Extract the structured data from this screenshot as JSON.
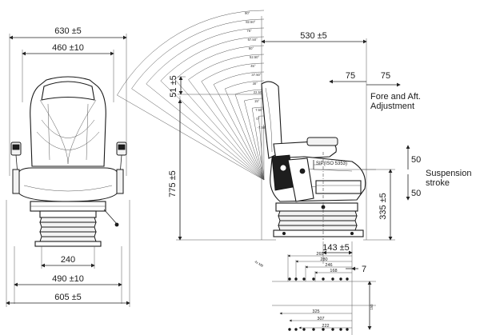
{
  "front_view": {
    "overall_width": "630 ±5",
    "backrest_width": "460 ±10",
    "base_width": "240",
    "frame_width": "490 ±10",
    "rail_width": "605 ±5"
  },
  "side_view": {
    "depth": "530 ±5",
    "shift": "51 ±5",
    "height": "775 ±5",
    "seat_height": "335 ±5",
    "fore_aft_label_line1": "Fore and Aft.",
    "fore_aft_label_line2": "Adjustment",
    "fore_travel": "75",
    "aft_travel": "75",
    "suspension_label_line1": "Suspension",
    "suspension_label_line2": "stroke",
    "suspension_up": "50",
    "suspension_down": "50",
    "sip_label": "SIP(ISO 5353)",
    "recline_angles": [
      "90°",
      "82.50°",
      "75°",
      "67.50°",
      "60°",
      "52.50°",
      "45°",
      "37.50°",
      "30°",
      "22.50°",
      "15°",
      "7.50°",
      "0°",
      "-7.50°"
    ]
  },
  "mounting_plan": {
    "offset": "143 ±5",
    "offset_small": "7",
    "hole_label": "4x M8",
    "dims_top": [
      "265",
      "280",
      "246",
      "168"
    ],
    "dims_bottom": [
      "325",
      "307",
      "222"
    ],
    "side_dim": "150"
  }
}
